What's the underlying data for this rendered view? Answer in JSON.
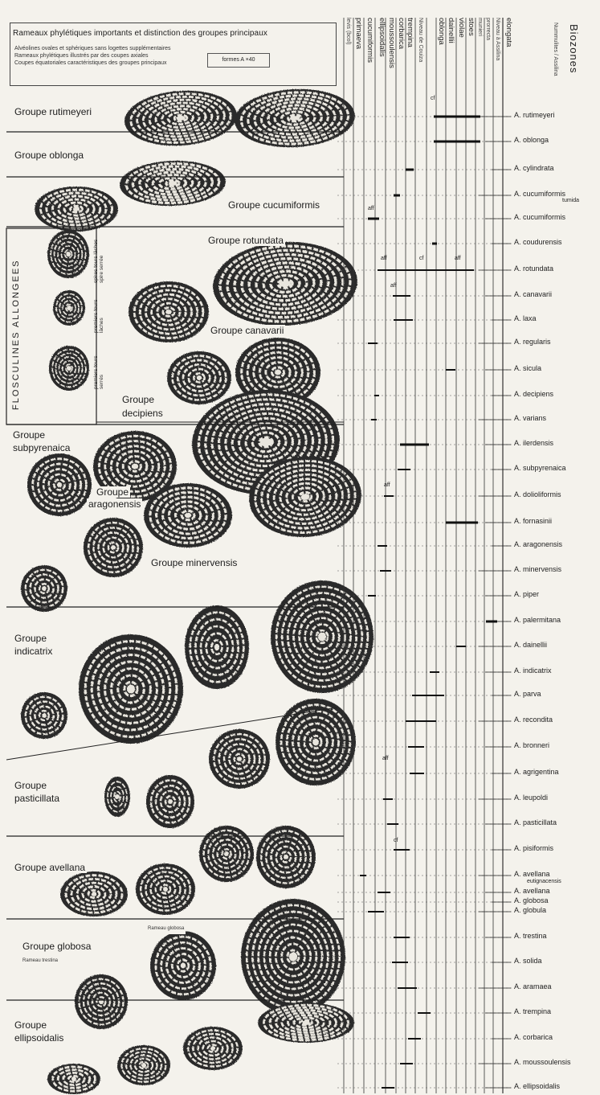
{
  "legend": {
    "title": "Rameaux phylétiques importants et distinction des groupes principaux",
    "lines": [
      "Alvéolines ovales et sphériques sans logettes supplémentaires",
      "Rameaux phylétiques illustrés par des coupes axiales",
      "Coupes équatoriales caractéristiques des groupes principaux"
    ],
    "box": "formes A ×40"
  },
  "zones": [
    "primaeva",
    "levis (bcol)",
    "cucumiformis",
    "ellipsoidalis",
    "moussoulensis",
    "corbarica",
    "trempina",
    "Niveau de Couiza",
    "oblonga",
    "dainellii",
    "violae",
    "stoes",
    "munieri",
    "prorrecta",
    "Niveau à Assilina",
    "elongata"
  ],
  "biozones_title": "Biozones",
  "biozones_sub": "Nummulites / Assilina",
  "groups": [
    "Groupe rutimeyeri",
    "Groupe oblonga",
    "Groupe cucumiformis",
    "Groupe rotundata",
    "Groupe canavarii",
    "Groupe",
    "decipiens",
    "Groupe",
    "subpyrenaica",
    "Groupe",
    "aragonensis",
    "Groupe minervensis",
    "Groupe",
    "indicatrix",
    "Groupe",
    "pasticillata",
    "Groupe avellana",
    "Groupe globosa",
    "Rameau trestina",
    "Rameau globosa",
    "Groupe",
    "ellipsoidalis"
  ],
  "flosculines_label": "FLOSCULINES ALLONGEES",
  "flosculine_subs": [
    "spires tours lâches spire serrée",
    "premiers tours lâches",
    "premiers tours serrés"
  ],
  "species": [
    "A. rutimeyeri",
    "A. oblonga",
    "A. cylindrata",
    "A. cucumiformis",
    "tumida",
    "A. cucumiformis",
    "A. coudurensis",
    "A. rotundata",
    "A. canavarii",
    "A. laxa",
    "A. regularis",
    "A. sicula",
    "A. decipiens",
    "A. varians",
    "A. ilerdensis",
    "A. subpyrenaica",
    "A. dolioliformis",
    "A. fornasinii",
    "A. aragonensis",
    "A. minervensis",
    "A. piper",
    "A. palermitana",
    "A. dainellii",
    "A. indicatrix",
    "A. parva",
    "A. recondita",
    "A. bronneri",
    "A. agrigentina",
    "A. leupoldi",
    "A. pasticillata",
    "A. pisiformis",
    "A. avellana",
    "eutignacensis",
    "A. avellana",
    "A. globosa",
    "A. globula",
    "A. trestina",
    "A. solida",
    "A. aramaea",
    "A. trempina",
    "A. corbarica",
    "A. moussoulensis",
    "A. ellipsoidalis"
  ],
  "annotations": [
    "cf",
    "aff",
    "aff",
    "aff",
    "aff",
    "aff",
    "cf",
    "cf",
    "cf",
    "aff"
  ]
}
